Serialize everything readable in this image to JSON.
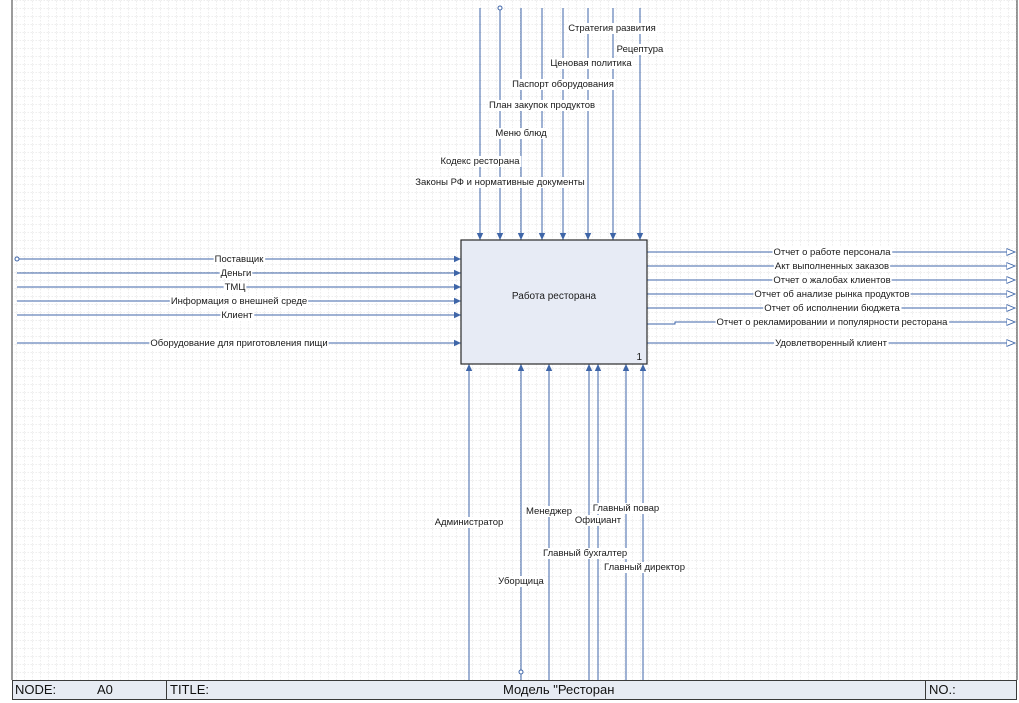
{
  "colors": {
    "line": "#3f66a8",
    "box_fill": "#e7ebf5",
    "box_border": "#2a2a2a",
    "grid": "#b9b9b9"
  },
  "activity": {
    "name": "Работа ресторана",
    "number": "1"
  },
  "controls": [
    "Законы РФ и нормативные документы",
    "Кодекс ресторана",
    "Меню блюд",
    "План закупок продуктов",
    "Паспорт оборудования",
    "Ценовая политика",
    "Стратегия развития",
    "Рецептура"
  ],
  "inputs": [
    "Поставщик",
    "Деньги",
    "ТМЦ",
    "Информация о внешней среде",
    "Клиент",
    "Оборудование для приготовления пищи"
  ],
  "outputs": [
    "Отчет о работе персонала",
    "Акт выполненных заказов",
    "Отчет о жалобах клиентов",
    "Отчет об анализе рынка продуктов",
    "Отчет об исполнении бюджета",
    "Отчет о рекламировании и популярности ресторана",
    "Удовлетворенный клиент"
  ],
  "mechanisms": [
    "Администратор",
    "Уборщица",
    "Менеджер",
    "Главный бухгалтер",
    "Официант",
    "Главный повар",
    "Главный директор"
  ],
  "footer": {
    "node_label": "NODE:",
    "node_value": "A0",
    "title_label": "TITLE:",
    "title_value": "Модель \"Ресторан",
    "number_label": "NO.:"
  }
}
